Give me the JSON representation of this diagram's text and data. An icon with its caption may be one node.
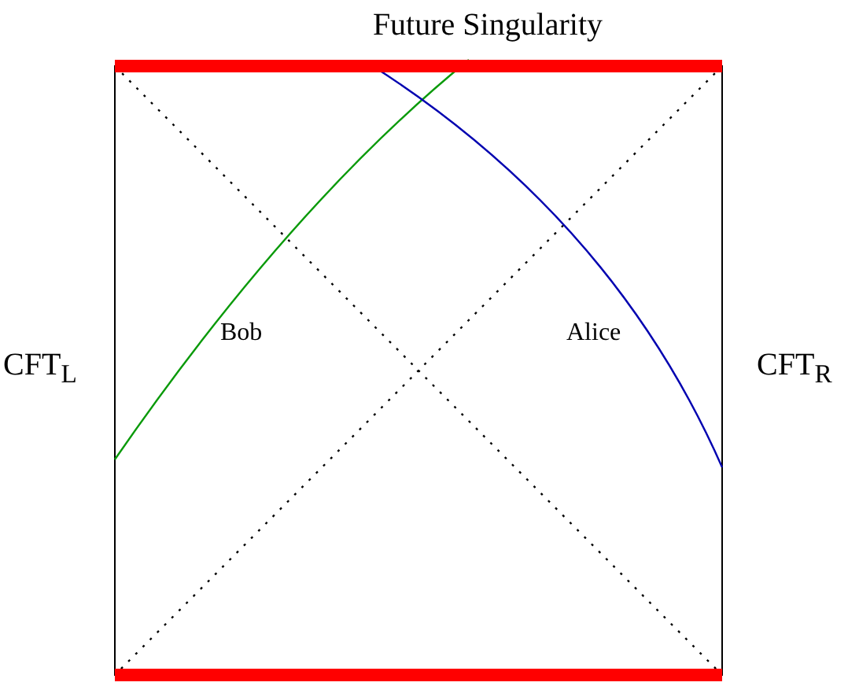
{
  "diagram": {
    "title": "Future Singularity",
    "labels": [
      "CFT$_{L}$",
      "Bob",
      "Alice",
      "CFT$_{R}$"
    ]
  }
}
